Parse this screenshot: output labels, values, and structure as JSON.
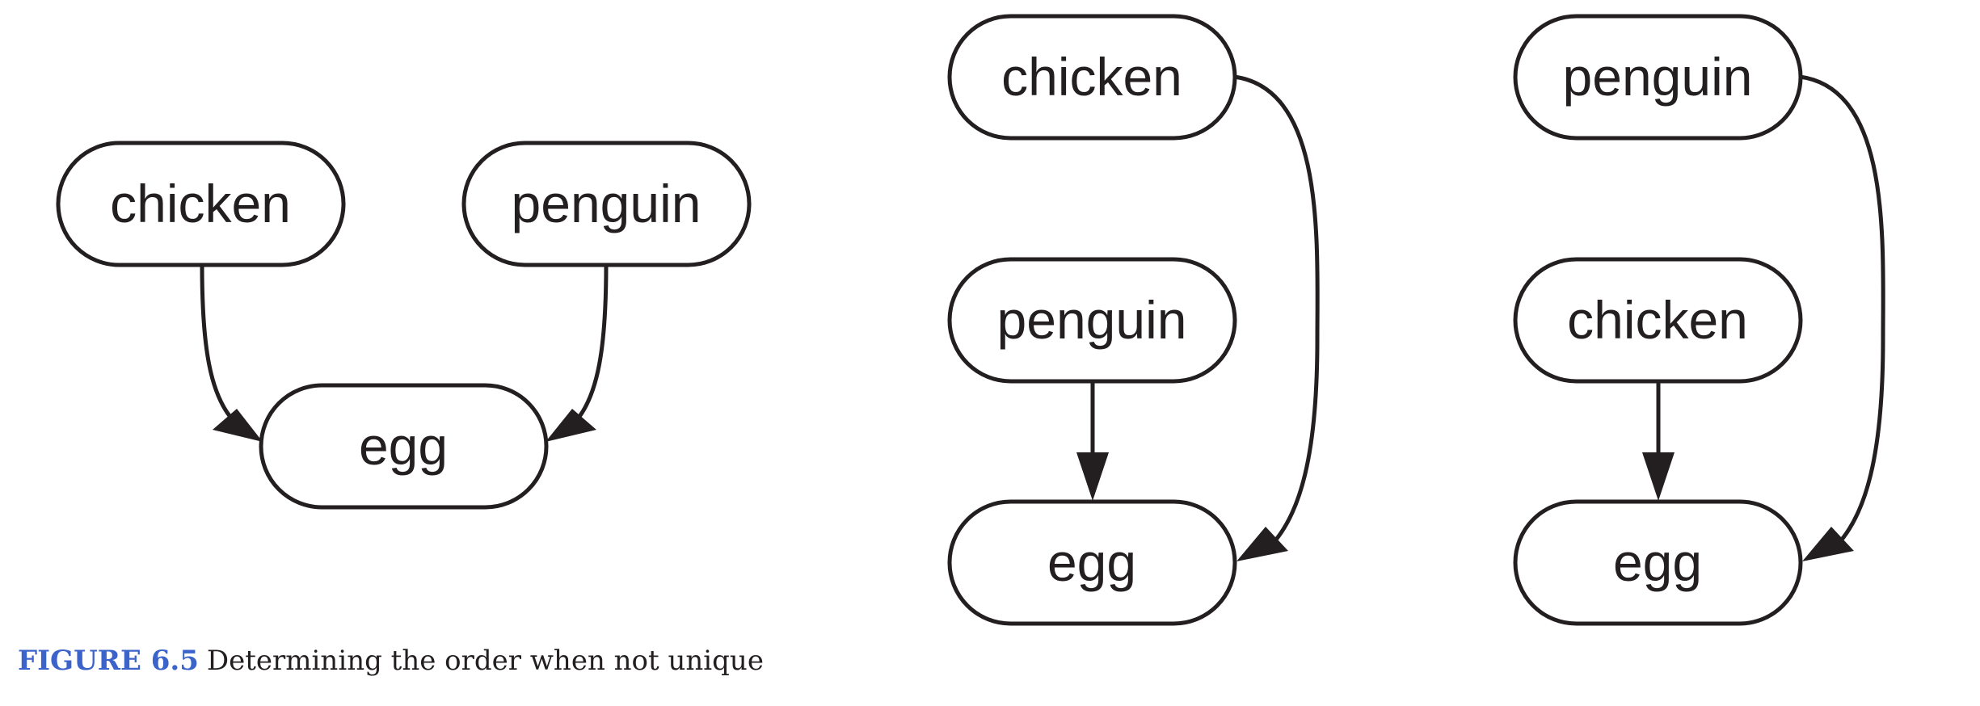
{
  "diagrams": [
    {
      "nodes": [
        {
          "id": "chicken",
          "label": "chicken"
        },
        {
          "id": "penguin",
          "label": "penguin"
        },
        {
          "id": "egg",
          "label": "egg"
        }
      ],
      "edges": [
        {
          "from": "chicken",
          "to": "egg"
        },
        {
          "from": "penguin",
          "to": "egg"
        }
      ]
    },
    {
      "nodes": [
        {
          "id": "chicken",
          "label": "chicken"
        },
        {
          "id": "penguin",
          "label": "penguin"
        },
        {
          "id": "egg",
          "label": "egg"
        }
      ],
      "edges": [
        {
          "from": "penguin",
          "to": "egg"
        },
        {
          "from": "chicken",
          "to": "egg"
        }
      ]
    },
    {
      "nodes": [
        {
          "id": "penguin",
          "label": "penguin"
        },
        {
          "id": "chicken",
          "label": "chicken"
        },
        {
          "id": "egg",
          "label": "egg"
        }
      ],
      "edges": [
        {
          "from": "chicken",
          "to": "egg"
        },
        {
          "from": "penguin",
          "to": "egg"
        }
      ]
    }
  ],
  "caption": {
    "figure_number": "FIGURE 6.5",
    "text": "Determining the order when not unique"
  },
  "colors": {
    "ink": "#231f20",
    "caption_accent": "#3b63c9",
    "background": "#ffffff"
  }
}
